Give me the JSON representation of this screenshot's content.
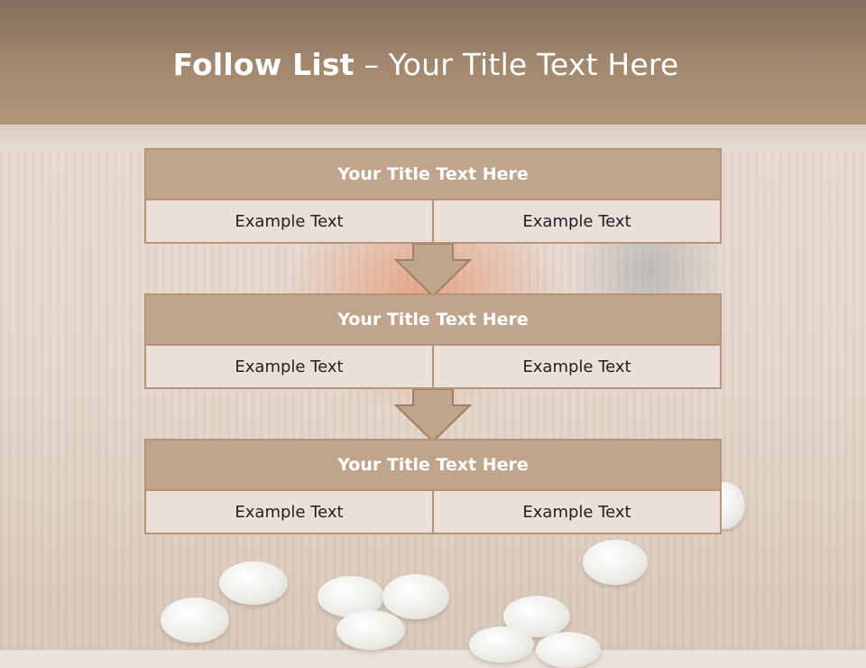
{
  "slide": {
    "title_bold": "Follow List",
    "title_rest": "– Your Title Text Here"
  },
  "blocks": [
    {
      "title": "Your Title Text Here",
      "cells": [
        "Example Text",
        "Example Text"
      ]
    },
    {
      "title": "Your Title Text Here",
      "cells": [
        "Example Text",
        "Example Text"
      ]
    },
    {
      "title": "Your Title Text Here",
      "cells": [
        "Example Text",
        "Example Text"
      ]
    }
  ],
  "colors": {
    "header": "#a4896f",
    "block_title": "#c0a58c",
    "block_cell": "#ebdfda",
    "border": "#b59478",
    "arrow_fill": "#c0a58c"
  }
}
